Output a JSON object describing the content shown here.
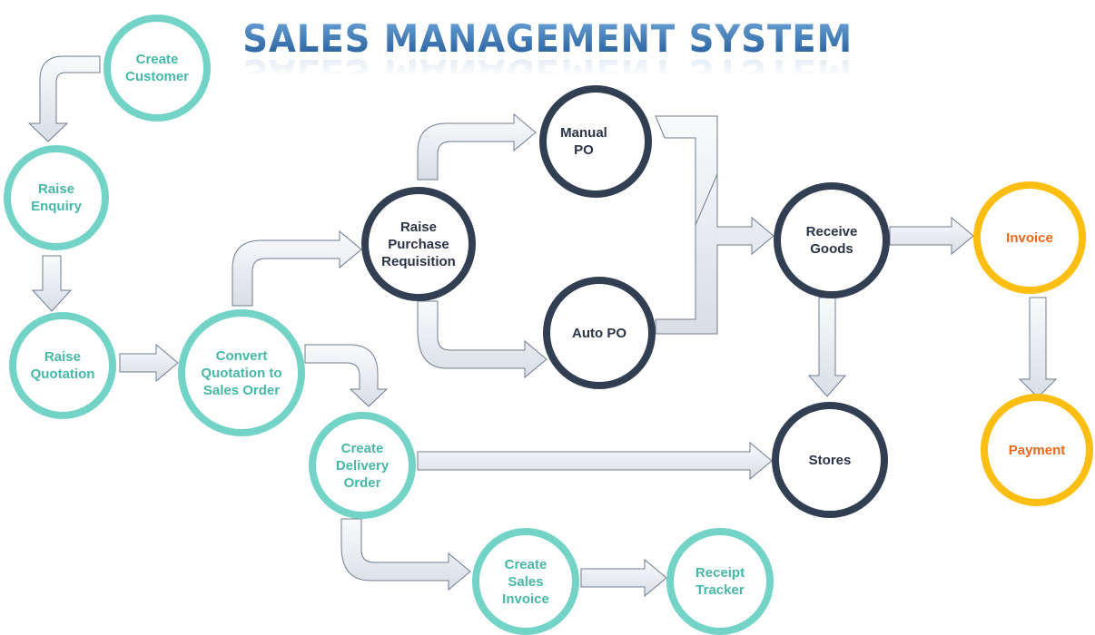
{
  "title": "SALES MANAGEMENT SYSTEM",
  "nodes": {
    "create_customer": "Create\nCustomer",
    "raise_enquiry": "Raise\nEnquiry",
    "raise_quotation": "Raise\nQuotation",
    "convert_quotation": "Convert\nQuotation to\nSales Order",
    "raise_pr": "Raise\nPurchase\nRequisition",
    "manual_po": "Manual\nPO",
    "auto_po": "Auto PO",
    "receive_goods": "Receive\nGoods",
    "invoice": "Invoice",
    "payment": "Payment",
    "stores": "Stores",
    "create_delivery": "Create\nDelivery\nOrder",
    "create_sales_invoice": "Create\nSales\nInvoice",
    "receipt_tracker": "Receipt\nTracker"
  },
  "colors": {
    "customer_flow": "#74d3c7",
    "purchase_flow": "#323e52",
    "finance_flow": "#fcbe10",
    "arrow_fill": "#eef1f5",
    "arrow_stroke": "#6f7d90"
  }
}
